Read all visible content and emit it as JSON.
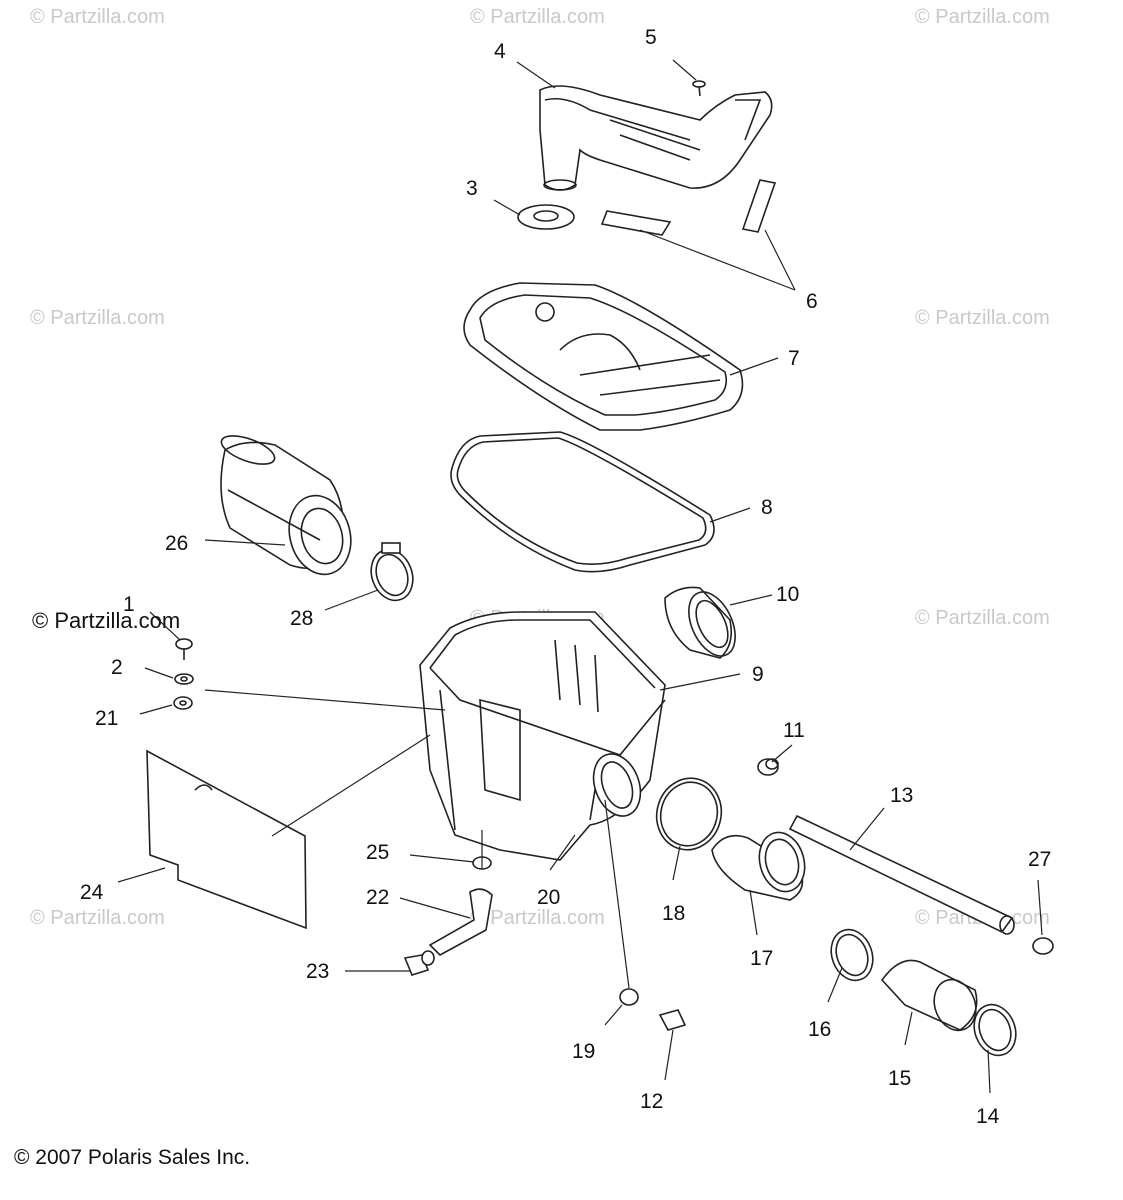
{
  "watermark": {
    "text": "© Partzilla.com",
    "main_text": "© Partzilla.com"
  },
  "copyright": "© 2007 Polaris Sales Inc.",
  "callouts": {
    "n1": "1",
    "n2": "2",
    "n3": "3",
    "n4": "4",
    "n5": "5",
    "n6": "6",
    "n7": "7",
    "n8": "8",
    "n9": "9",
    "n10": "10",
    "n11": "11",
    "n12": "12",
    "n13": "13",
    "n14": "14",
    "n15": "15",
    "n16": "16",
    "n17": "17",
    "n18": "18",
    "n19": "19",
    "n20": "20",
    "n21": "21",
    "n22": "22",
    "n23": "23",
    "n24": "24",
    "n25": "25",
    "n26": "26",
    "n27": "27",
    "n28": "28"
  }
}
